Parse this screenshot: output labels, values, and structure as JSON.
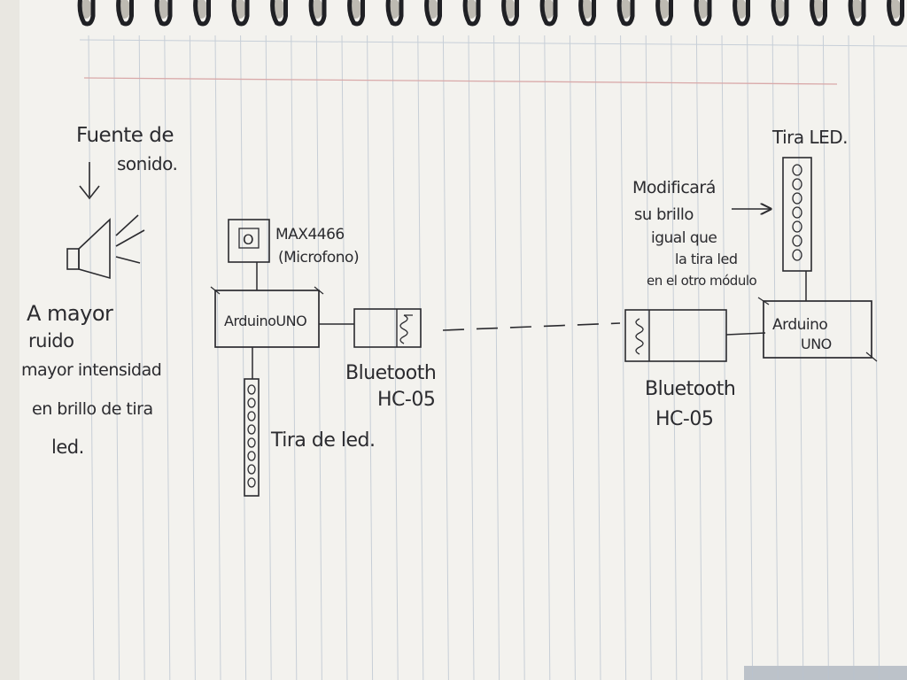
{
  "colors": {
    "paper": "#f3f2ee",
    "paper_shadow": "#d8d6cf",
    "rule_line": "#b9c3cf",
    "margin_line": "#d9a9a9",
    "ink": "#2b2b2f",
    "spiral": "#1f2024"
  },
  "sound_source": {
    "label_line1": "Fuente de",
    "label_line2": "sonido.",
    "icon": "speaker-icon"
  },
  "left_note": {
    "line1": "A mayor",
    "line2": "ruido",
    "line3": "mayor intensidad",
    "line4": "en brillo de tira",
    "line5": "led."
  },
  "microphone": {
    "symbol": "O",
    "label_line1": "MAX4466",
    "label_line2": "(Microfono)"
  },
  "arduino_left": {
    "label": "ArduinoUNO"
  },
  "led_strip_left": {
    "label": "Tira de led."
  },
  "bluetooth_left": {
    "label_line1": "Bluetooth",
    "label_line2": "HC-05"
  },
  "bluetooth_right": {
    "label_line1": "Bluetooth",
    "label_line2": "HC-05"
  },
  "arduino_right": {
    "label_line1": "Arduino",
    "label_line2": "UNO"
  },
  "led_strip_right": {
    "label": "Tira LED."
  },
  "right_note": {
    "line1": "Modificará",
    "line2": "su brillo",
    "line3": "igual que",
    "line4": "la tira led",
    "line5": "en el otro módulo"
  }
}
